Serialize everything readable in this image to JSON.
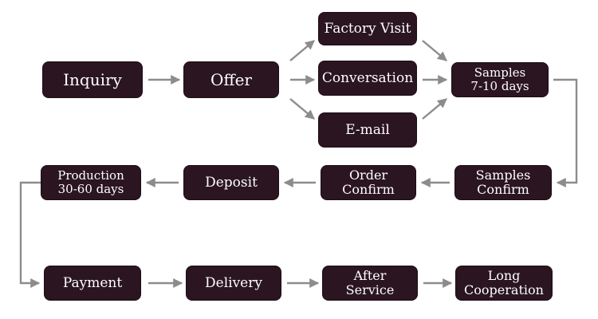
{
  "nodes": {
    "inquiry": "Inquiry",
    "offer": "Offer",
    "factory_visit": "Factory Visit",
    "conversation": "Conversation",
    "email": "E-mail",
    "samples_line1": "Samples",
    "samples_line2": "7-10 days",
    "production_line1": "Production",
    "production_line2": "30-60 days",
    "deposit": "Deposit",
    "order_confirm_line1": "Order",
    "order_confirm_line2": "Confirm",
    "samples_confirm_line1": "Samples",
    "samples_confirm_line2": "Confirm",
    "payment": "Payment",
    "delivery": "Delivery",
    "after_service_line1": "After",
    "after_service_line2": "Service",
    "long_cooperation_line1": "Long",
    "long_cooperation_line2": "Cooperation"
  },
  "colors": {
    "node_fill": "#2b1521",
    "node_text": "#ffffff",
    "arrow": "#8c8c8c",
    "background": "#ffffff"
  }
}
